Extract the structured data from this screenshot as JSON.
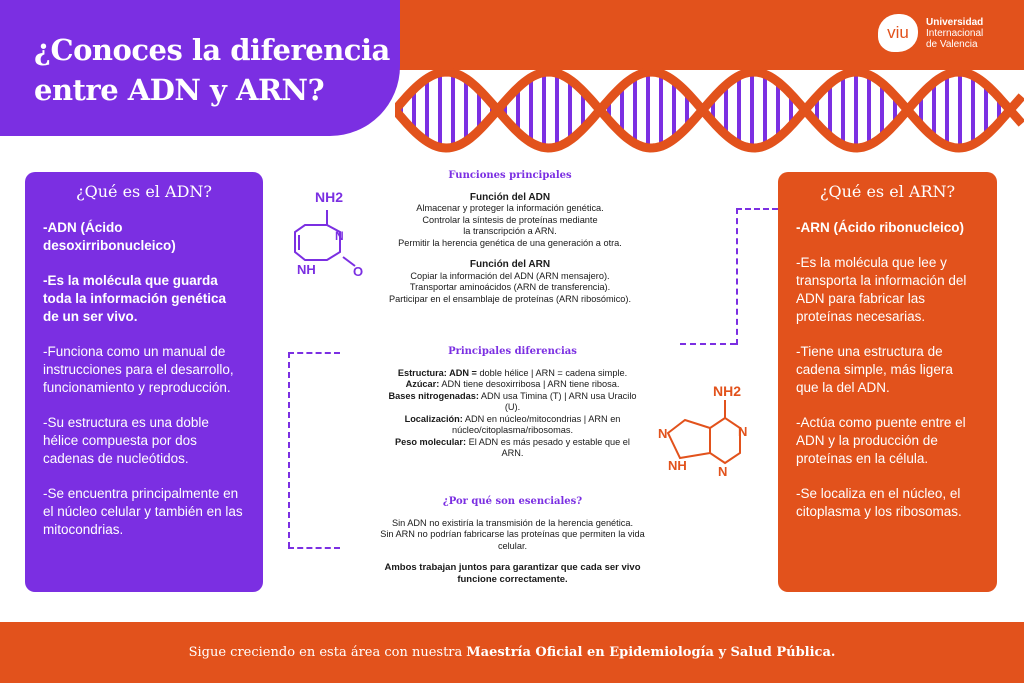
{
  "title": "¿Conoces la diferencia entre ADN y ARN?",
  "logo": {
    "mark": "viu",
    "line1": "Universidad",
    "line2": "Internacional",
    "line3": "de Valencia"
  },
  "colors": {
    "purple": "#7b2fe2",
    "orange": "#e2521c"
  },
  "adn_card": {
    "heading": "¿Qué es el ADN?",
    "items": [
      "-ADN (Ácido desoxirribonucleico)",
      "-Es la molécula que guarda toda la información genética de un ser vivo.",
      "-Funciona como un manual de instrucciones para el desarrollo, funcionamiento y reproducción.",
      "-Su estructura es una doble hélice compuesta por dos cadenas de nucleótidos.",
      "-Se encuentra principalmente en el núcleo celular y también en las mitocondrias."
    ]
  },
  "arn_card": {
    "heading": "¿Qué es el ARN?",
    "items": [
      "-ARN (Ácido ribonucleico)",
      "-Es la molécula que lee y transporta la información del ADN para fabricar las proteínas necesarias.",
      "-Tiene una estructura de cadena simple, más ligera que la del ADN.",
      "-Actúa como puente entre el ADN y la producción de proteínas en la célula.",
      "-Se localiza en el núcleo, el citoplasma y los ribosomas."
    ]
  },
  "funciones": {
    "heading": "Funciones principales",
    "adn_title": "Función del ADN",
    "adn_lines": [
      "Almacenar y proteger la información genética.",
      "Controlar la síntesis de proteínas mediante",
      "la transcripción a ARN.",
      "Permitir la herencia genética de una generación a otra."
    ],
    "arn_title": "Función del ARN",
    "arn_lines": [
      "Copiar la información del ADN (ARN mensajero).",
      "Transportar aminoácidos (ARN de transferencia).",
      "Participar en el ensamblaje de proteínas (ARN ribosómico)."
    ]
  },
  "diferencias": {
    "heading": "Principales diferencias",
    "rows": [
      {
        "label": "Estructura: ADN =",
        "text": " doble hélice | ARN = cadena simple."
      },
      {
        "label": "Azúcar:",
        "text": " ADN tiene desoxirribosa | ARN tiene ribosa."
      },
      {
        "label": "Bases nitrogenadas:",
        "text": " ADN usa Timina (T) | ARN usa Uracilo (U)."
      },
      {
        "label": "Localización:",
        "text": " ADN en núcleo/mitocondrias | ARN en núcleo/citoplasma/ribosomas."
      },
      {
        "label": "Peso molecular:",
        "text": " El ADN es más pesado y estable que el ARN."
      }
    ]
  },
  "esenciales": {
    "heading": "¿Por qué son esenciales?",
    "lines": [
      "Sin ADN no existiría la transmisión de la herencia genética.",
      "Sin ARN no podrían fabricarse las proteínas que permiten la vida celular."
    ],
    "conclusion": "Ambos trabajan juntos para garantizar que cada ser vivo funcione correctamente."
  },
  "molecules": {
    "cytosine": {
      "nh2": "NH2",
      "n": "N",
      "nh": "NH",
      "o": "O"
    },
    "adenine": {
      "nh2": "NH2",
      "n": "N",
      "nh": "NH"
    }
  },
  "footer": {
    "text": "Sigue creciendo en esta área con nuestra",
    "highlight": "Maestría Oficial en Epidemiología y Salud Pública."
  }
}
